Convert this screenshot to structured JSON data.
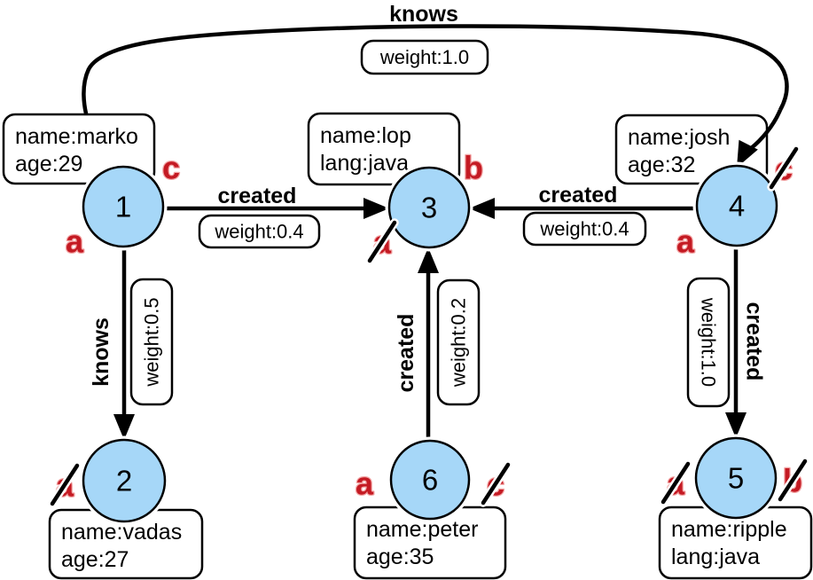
{
  "diagram": {
    "description": "Property graph with six vertices and labeled weighted edges",
    "colors": {
      "background": "#ffffff",
      "node_fill": "#a6d7f8",
      "node_stroke": "#000000",
      "edge_stroke": "#000000",
      "box_fill": "#ffffff",
      "box_stroke": "#000000",
      "marker_red": "#c41a23",
      "marker_halo": "#f2a5a5"
    },
    "nodes": [
      {
        "id": "1",
        "label": "1",
        "properties": [
          "name:marko",
          "age:29"
        ],
        "markers": [
          {
            "letter": "a",
            "crossed": false
          },
          {
            "letter": "c",
            "crossed": false
          }
        ]
      },
      {
        "id": "2",
        "label": "2",
        "properties": [
          "name:vadas",
          "age:27"
        ],
        "markers": [
          {
            "letter": "a",
            "crossed": true
          }
        ]
      },
      {
        "id": "3",
        "label": "3",
        "properties": [
          "name:lop",
          "lang:java"
        ],
        "markers": [
          {
            "letter": "a",
            "crossed": true
          },
          {
            "letter": "b",
            "crossed": false
          }
        ]
      },
      {
        "id": "4",
        "label": "4",
        "properties": [
          "name:josh",
          "age:32"
        ],
        "markers": [
          {
            "letter": "a",
            "crossed": false
          },
          {
            "letter": "c",
            "crossed": true
          }
        ]
      },
      {
        "id": "5",
        "label": "5",
        "properties": [
          "name:ripple",
          "lang:java"
        ],
        "markers": [
          {
            "letter": "a",
            "crossed": true
          },
          {
            "letter": "b",
            "crossed": true
          }
        ]
      },
      {
        "id": "6",
        "label": "6",
        "properties": [
          "name:peter",
          "age:35"
        ],
        "markers": [
          {
            "letter": "a",
            "crossed": false
          },
          {
            "letter": "c",
            "crossed": true
          }
        ]
      }
    ],
    "edges": [
      {
        "id": "knows-1-4",
        "from": "1",
        "to": "4",
        "label": "knows",
        "weight_label": "weight:1.0"
      },
      {
        "id": "created-1-3",
        "from": "1",
        "to": "3",
        "label": "created",
        "weight_label": "weight:0.4"
      },
      {
        "id": "created-4-3",
        "from": "4",
        "to": "3",
        "label": "created",
        "weight_label": "weight:0.4"
      },
      {
        "id": "knows-1-2",
        "from": "1",
        "to": "2",
        "label": "knows",
        "weight_label": "weight:0.5"
      },
      {
        "id": "created-6-3",
        "from": "6",
        "to": "3",
        "label": "created",
        "weight_label": "weight:0.2"
      },
      {
        "id": "created-4-5",
        "from": "4",
        "to": "5",
        "label": "created",
        "weight_label": "weight:1.0"
      }
    ]
  }
}
